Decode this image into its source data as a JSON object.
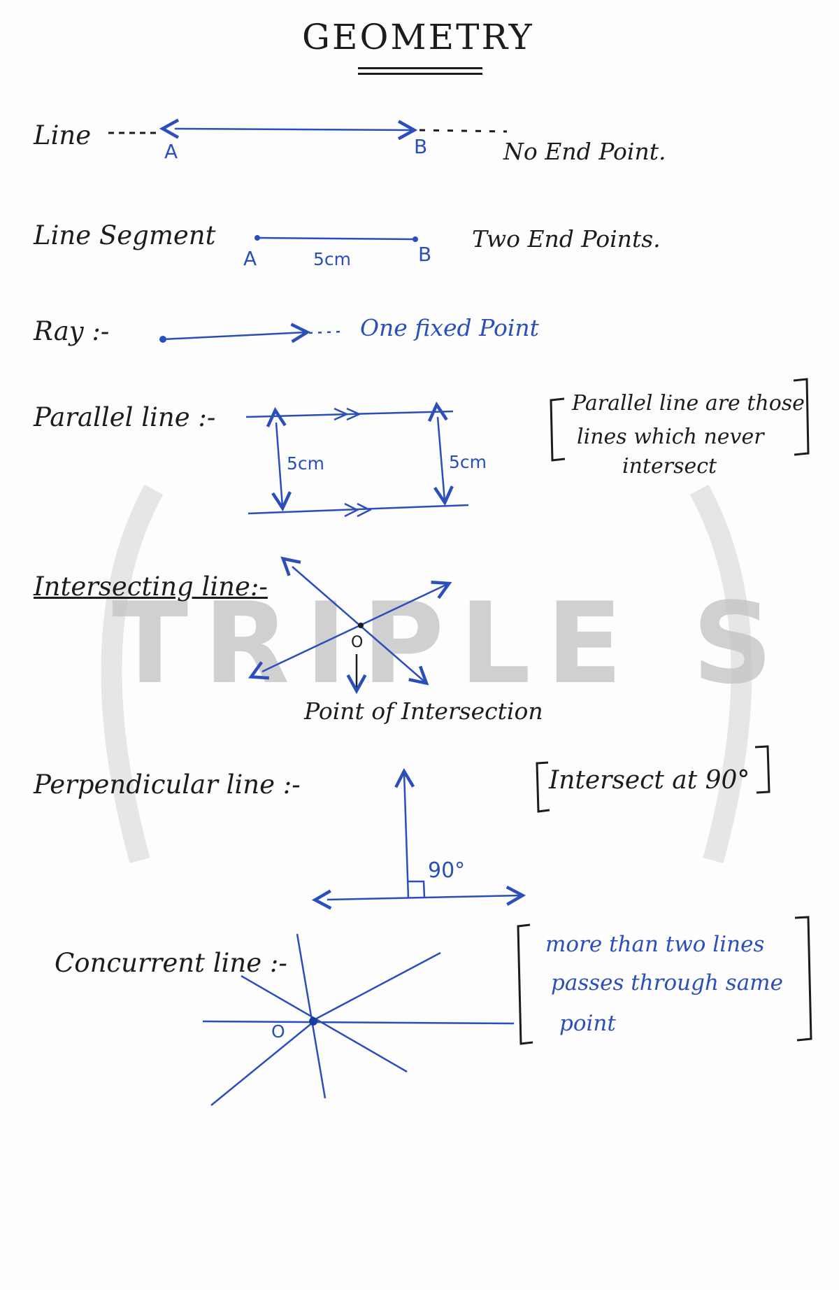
{
  "title": "GEOMETRY",
  "watermark": "TRIPLE S",
  "sections": {
    "line": {
      "label": "Line",
      "point_a": "A",
      "point_b": "B",
      "note": "No End Point."
    },
    "segment": {
      "label": "Line Segment",
      "point_a": "A",
      "point_b": "B",
      "length": "5cm",
      "note": "Two End Points."
    },
    "ray": {
      "label": "Ray :-",
      "note": "One fixed Point"
    },
    "parallel": {
      "label": "Parallel line :-",
      "left_distance": "5cm",
      "right_distance": "5cm",
      "note_line1": "Parallel line are those",
      "note_line2": "lines which never",
      "note_line3": "intersect"
    },
    "intersecting": {
      "label": "Intersecting line:-",
      "point": "O",
      "caption": "Point of Intersection"
    },
    "perpendicular": {
      "label": "Perpendicular line :-",
      "angle": "90°",
      "note": "Intersect at 90°"
    },
    "concurrent": {
      "label": "Concurrent line :-",
      "point": "O",
      "note_line1": "more than two lines",
      "note_line2": "passes through same",
      "note_line3": "point"
    }
  },
  "colors": {
    "ink": "#1c1c1c",
    "pen_blue": "#2a4ebb",
    "watermark": "#c2c2c2"
  }
}
